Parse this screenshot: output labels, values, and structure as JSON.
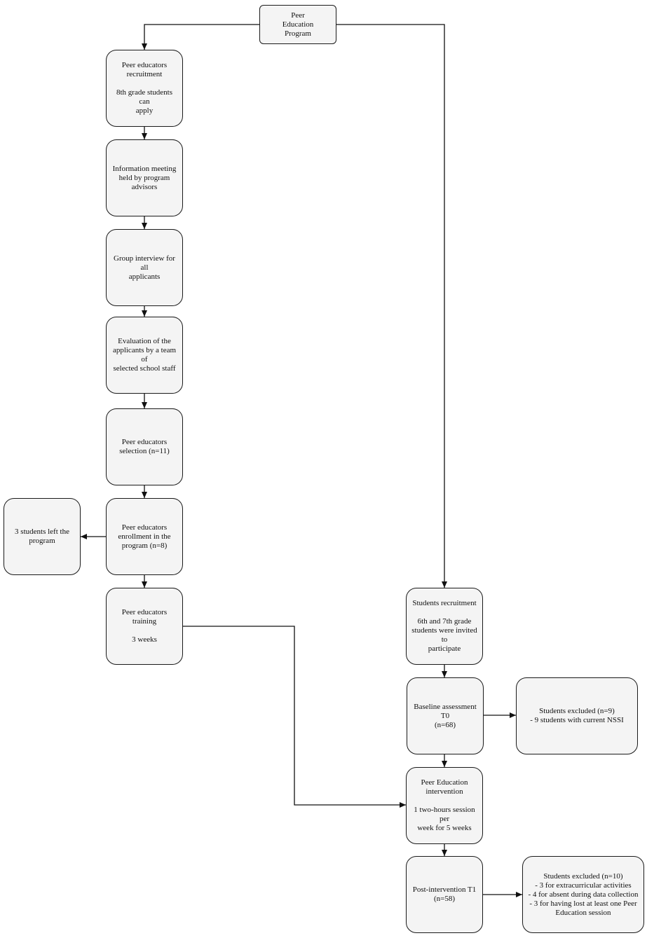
{
  "diagram": {
    "nodes": {
      "root": "Peer\nEducation\nProgram",
      "pe_recruit": "Peer educators\nrecruitment\n\n8th grade students can\napply",
      "info_meeting": "Information meeting\nheld by program\nadvisors",
      "group_interview": "Group interview for all\napplicants",
      "evaluation": "Evaluation of the\napplicants by a team of\nselected school staff",
      "selection": "Peer educators\nselection (n=11)",
      "enrollment": "Peer educators\nenrollment in the\nprogram (n=8)",
      "left_program": "3 students left the\nprogram",
      "training": "Peer educators training\n\n3 weeks",
      "students_recruit": "Students recruitment\n\n6th and 7th grade\nstudents were invited to\nparticipate",
      "baseline": "Baseline assessment T0\n(n=68)",
      "excluded_t0": "Students excluded (n=9)\n- 9 students with current NSSI",
      "intervention": "Peer Education\nintervention\n\n1 two-hours session per\nweek for 5 weeks",
      "post": "Post-intervention T1\n(n=58)",
      "excluded_t1": "Students excluded (n=10)\n- 3 for extracurricular activities\n- 4 for absent during data collection\n- 3 for having lost at least one Peer\nEducation session"
    },
    "edges": [
      [
        "root",
        "pe_recruit"
      ],
      [
        "root",
        "students_recruit"
      ],
      [
        "pe_recruit",
        "info_meeting"
      ],
      [
        "info_meeting",
        "group_interview"
      ],
      [
        "group_interview",
        "evaluation"
      ],
      [
        "evaluation",
        "selection"
      ],
      [
        "selection",
        "enrollment"
      ],
      [
        "enrollment",
        "left_program"
      ],
      [
        "enrollment",
        "training"
      ],
      [
        "training",
        "intervention"
      ],
      [
        "students_recruit",
        "baseline"
      ],
      [
        "baseline",
        "excluded_t0"
      ],
      [
        "baseline",
        "intervention"
      ],
      [
        "intervention",
        "post"
      ],
      [
        "post",
        "excluded_t1"
      ]
    ]
  }
}
